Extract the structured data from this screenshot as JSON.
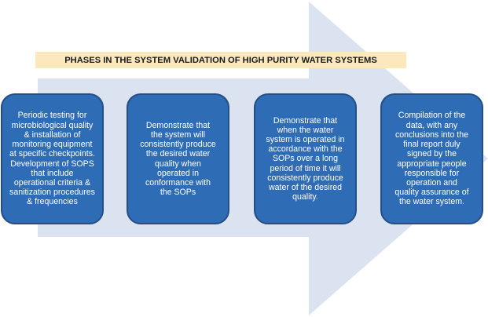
{
  "colors": {
    "arrow_fill": "#dbe3f0",
    "title_background": "#fbe8bd",
    "box_fill": "#2e6cb5",
    "box_border": "#254e87",
    "box_text": "#ffffff"
  },
  "title": "PHASES IN THE SYSTEM VALIDATION OF HIGH PURITY WATER SYSTEMS",
  "phases": [
    {
      "text": "Periodic testing for\nmicrobiological quality\n& installation of\nmonitoring equipment\nat specific checkpoints.\nDevelopment of SOPS\nthat include\noperational criteria &\nsanitization procedures\n& frequencies"
    },
    {
      "text": "Demonstrate that\nthe system will\nconsistently produce\nthe desired water\nquality when\noperated in\nconformance with\nthe SOPs"
    },
    {
      "text": "Demonstrate that\nwhen the water\nsystem is operated in\naccordance with the\nSOPs over a long\nperiod of time it will\nconsistently produce\nwater of the desired\nquality."
    },
    {
      "text": "Compilation of the\ndata, with any\nconclusions into the\nfinal report duly\nsigned by the\nappropriate people\nresponsible for\noperation and\nquality assurance of\nthe water system."
    }
  ]
}
